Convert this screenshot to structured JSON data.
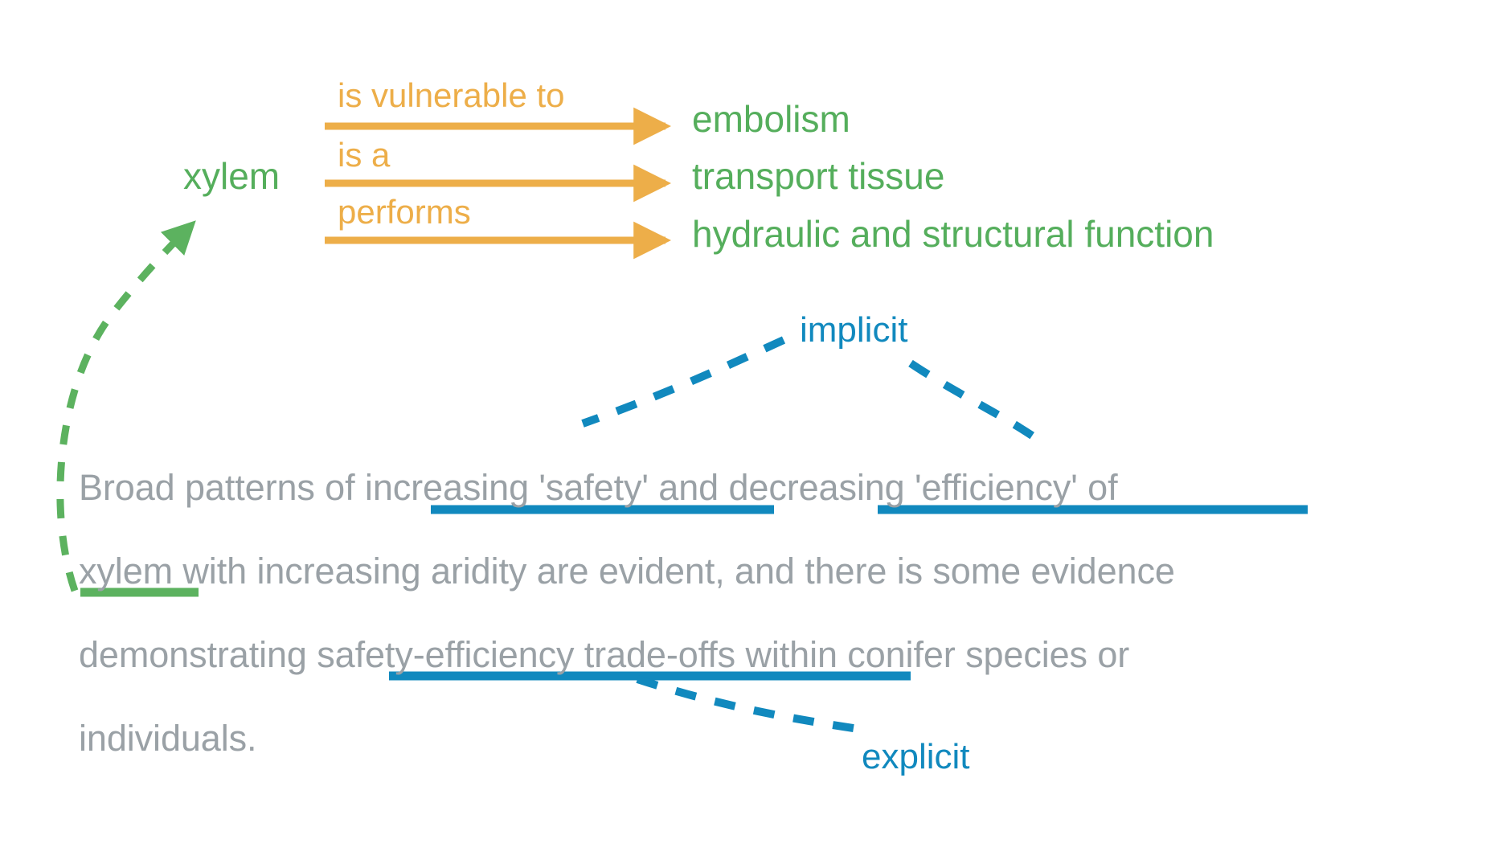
{
  "colors": {
    "entity_green": "#55AE5C",
    "relation_orange": "#EDAE49",
    "mention_blue": "#1189BE",
    "body_text_gray": "#9AA1A6",
    "background": "#FFFFFF"
  },
  "graph": {
    "subject": "xylem",
    "triples": [
      {
        "predicate": "is vulnerable to",
        "object": "embolism"
      },
      {
        "predicate": "is a",
        "object": "transport tissue"
      },
      {
        "predicate": "performs",
        "object": "hydraulic and structural function"
      }
    ]
  },
  "source_text": {
    "lines": [
      "Broad patterns of increasing 'safety' and decreasing 'efficiency' of",
      "xylem with increasing aridity are evident, and there is some evidence",
      "demonstrating safety-efficiency trade-offs within conifer species or",
      "individuals."
    ],
    "full_text": "Broad patterns of increasing 'safety' and decreasing 'efficiency' of xylem with increasing aridity are evident, and there is some evidence demonstrating safety-efficiency trade-offs within conifer species or individuals."
  },
  "annotations": {
    "implicit_label": "implicit",
    "explicit_label": "explicit",
    "highlighted_spans": [
      {
        "text": "increasing 'safety'",
        "color": "#1189BE",
        "kind": "implicit"
      },
      {
        "text": "decreasing 'efficiency'",
        "color": "#1189BE",
        "kind": "implicit"
      },
      {
        "text": "safety-efficiency trade-offs",
        "color": "#1189BE",
        "kind": "explicit"
      },
      {
        "text": "xylem",
        "color": "#55AE5C",
        "kind": "entity"
      }
    ]
  }
}
